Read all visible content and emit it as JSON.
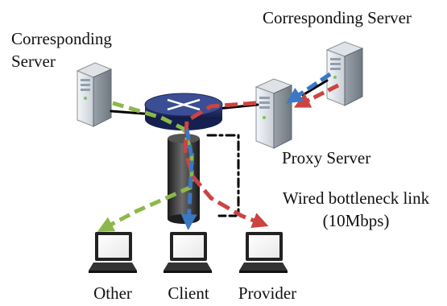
{
  "labels": {
    "corresponding_server_left_line1": "Corresponding",
    "corresponding_server_left_line2": "Server",
    "corresponding_server_right": "Corresponding Server",
    "proxy_server": "Proxy Server",
    "bottleneck_line1": "Wired bottleneck link",
    "bottleneck_line2": "(10Mbps)",
    "client_other": "Other",
    "client_client": "Client",
    "client_provider": "Provider"
  },
  "colors": {
    "red_flow": "#cc4440",
    "blue_flow": "#3b78c4",
    "green_flow": "#8cb84a",
    "black_link": "#000000",
    "router_body": "#1f2d63",
    "pipe_body": "#2a2a2a"
  }
}
